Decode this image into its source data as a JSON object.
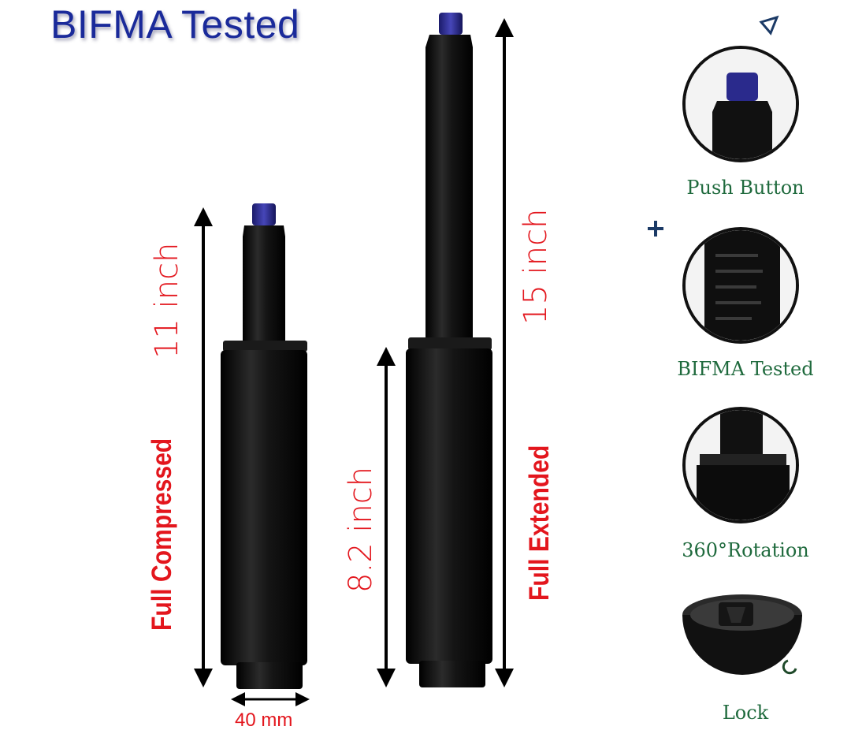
{
  "headline": "BIFMA Tested",
  "compressed": {
    "height_label": "11 inch",
    "state_label": "Full Compressed",
    "width_label": "40 mm"
  },
  "extended": {
    "body_label": "8.2 inch",
    "height_label": "15 inch",
    "state_label": "Full Extended"
  },
  "features": [
    {
      "label": "Push Button",
      "icon": "push-button-closeup"
    },
    {
      "label": "BIFMA Tested",
      "icon": "bifma-stamp-closeup"
    },
    {
      "label": "360°Rotation",
      "icon": "rotation-collar-closeup"
    },
    {
      "label": "Lock",
      "icon": "lock-cup"
    }
  ],
  "colors": {
    "headline": "#1a2a9a",
    "dimension_text": "#e3161d",
    "feature_text": "#1f6a3d",
    "cylinder": "#0d0d0d",
    "button": "#2a2a8c"
  }
}
